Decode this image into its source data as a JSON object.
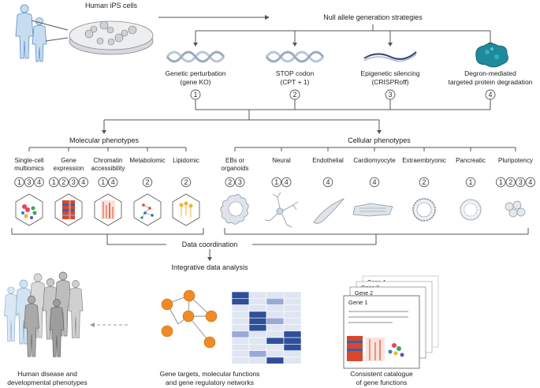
{
  "top": {
    "ips_label": "Human iPS cells",
    "strategies_title": "Null allele generation strategies",
    "strategies": [
      {
        "line1": "Genetic perturbation",
        "line2": "(gene KO)",
        "num": "1"
      },
      {
        "line1": "STOP codon",
        "line2": "(CPT + 1)",
        "num": "2"
      },
      {
        "line1": "Epigenetic silencing",
        "line2": "(CRISPRoff)",
        "num": "3"
      },
      {
        "line1": "Degron-mediated",
        "line2": "targeted protein degradation",
        "num": "4"
      }
    ]
  },
  "molecular": {
    "title": "Molecular phenotypes",
    "items": [
      {
        "line1": "Single-cell",
        "line2": "multiomics",
        "line3": "",
        "nums": [
          "1",
          "3",
          "4"
        ]
      },
      {
        "line1": "Gene",
        "line2": "expression",
        "line3": "",
        "nums": [
          "1",
          "2",
          "3",
          "4"
        ]
      },
      {
        "line1": "Chromatin",
        "line2": "accessibility",
        "line3": "",
        "nums": [
          "1",
          "4"
        ]
      },
      {
        "line1": "Metabolomic",
        "line2": "",
        "line3": "",
        "nums": [
          "2"
        ]
      },
      {
        "line1": "Lipidomic",
        "line2": "",
        "line3": "",
        "nums": [
          "2"
        ]
      }
    ]
  },
  "cellular": {
    "title": "Cellular phenotypes",
    "items": [
      {
        "line1": "EBs or",
        "line2": "organoids",
        "nums": [
          "2",
          "3"
        ]
      },
      {
        "line1": "Neural",
        "line2": "",
        "nums": [
          "1",
          "4"
        ]
      },
      {
        "line1": "Endothelial",
        "line2": "",
        "nums": [
          "4"
        ]
      },
      {
        "line1": "Cardiomyocyte",
        "line2": "",
        "nums": [
          "4"
        ]
      },
      {
        "line1": "Extraembryonic",
        "line2": "",
        "nums": [
          "2"
        ]
      },
      {
        "line1": "Pancreatic",
        "line2": "",
        "nums": [
          "1"
        ]
      },
      {
        "line1": "Pluripotency",
        "line2": "",
        "nums": [
          "1",
          "2",
          "3",
          "4"
        ]
      }
    ]
  },
  "coordination": "Data coordination",
  "integrative": "Integrative data analysis",
  "bottom": {
    "disease_line1": "Human disease and",
    "disease_line2": "developmental phenotypes",
    "targets_line1": "Gene targets, molecular functions",
    "targets_line2": "and gene regulatory networks",
    "catalogue_line1": "Consistent catalogue",
    "catalogue_line2": "of gene functions",
    "genes": [
      "Gene 1",
      "Gene 2",
      "Gene 3",
      "Gene 4"
    ]
  },
  "colors": {
    "dna": "#b9c6d6",
    "degron": "#1e8a9c",
    "silencing": "#3a4d78",
    "heat_red": "#d9472b",
    "heat_blue": "#3b5fb0",
    "node_orange": "#f08a24",
    "matrix_dark": "#2f4f9a",
    "matrix_light": "#dfe5f3"
  }
}
